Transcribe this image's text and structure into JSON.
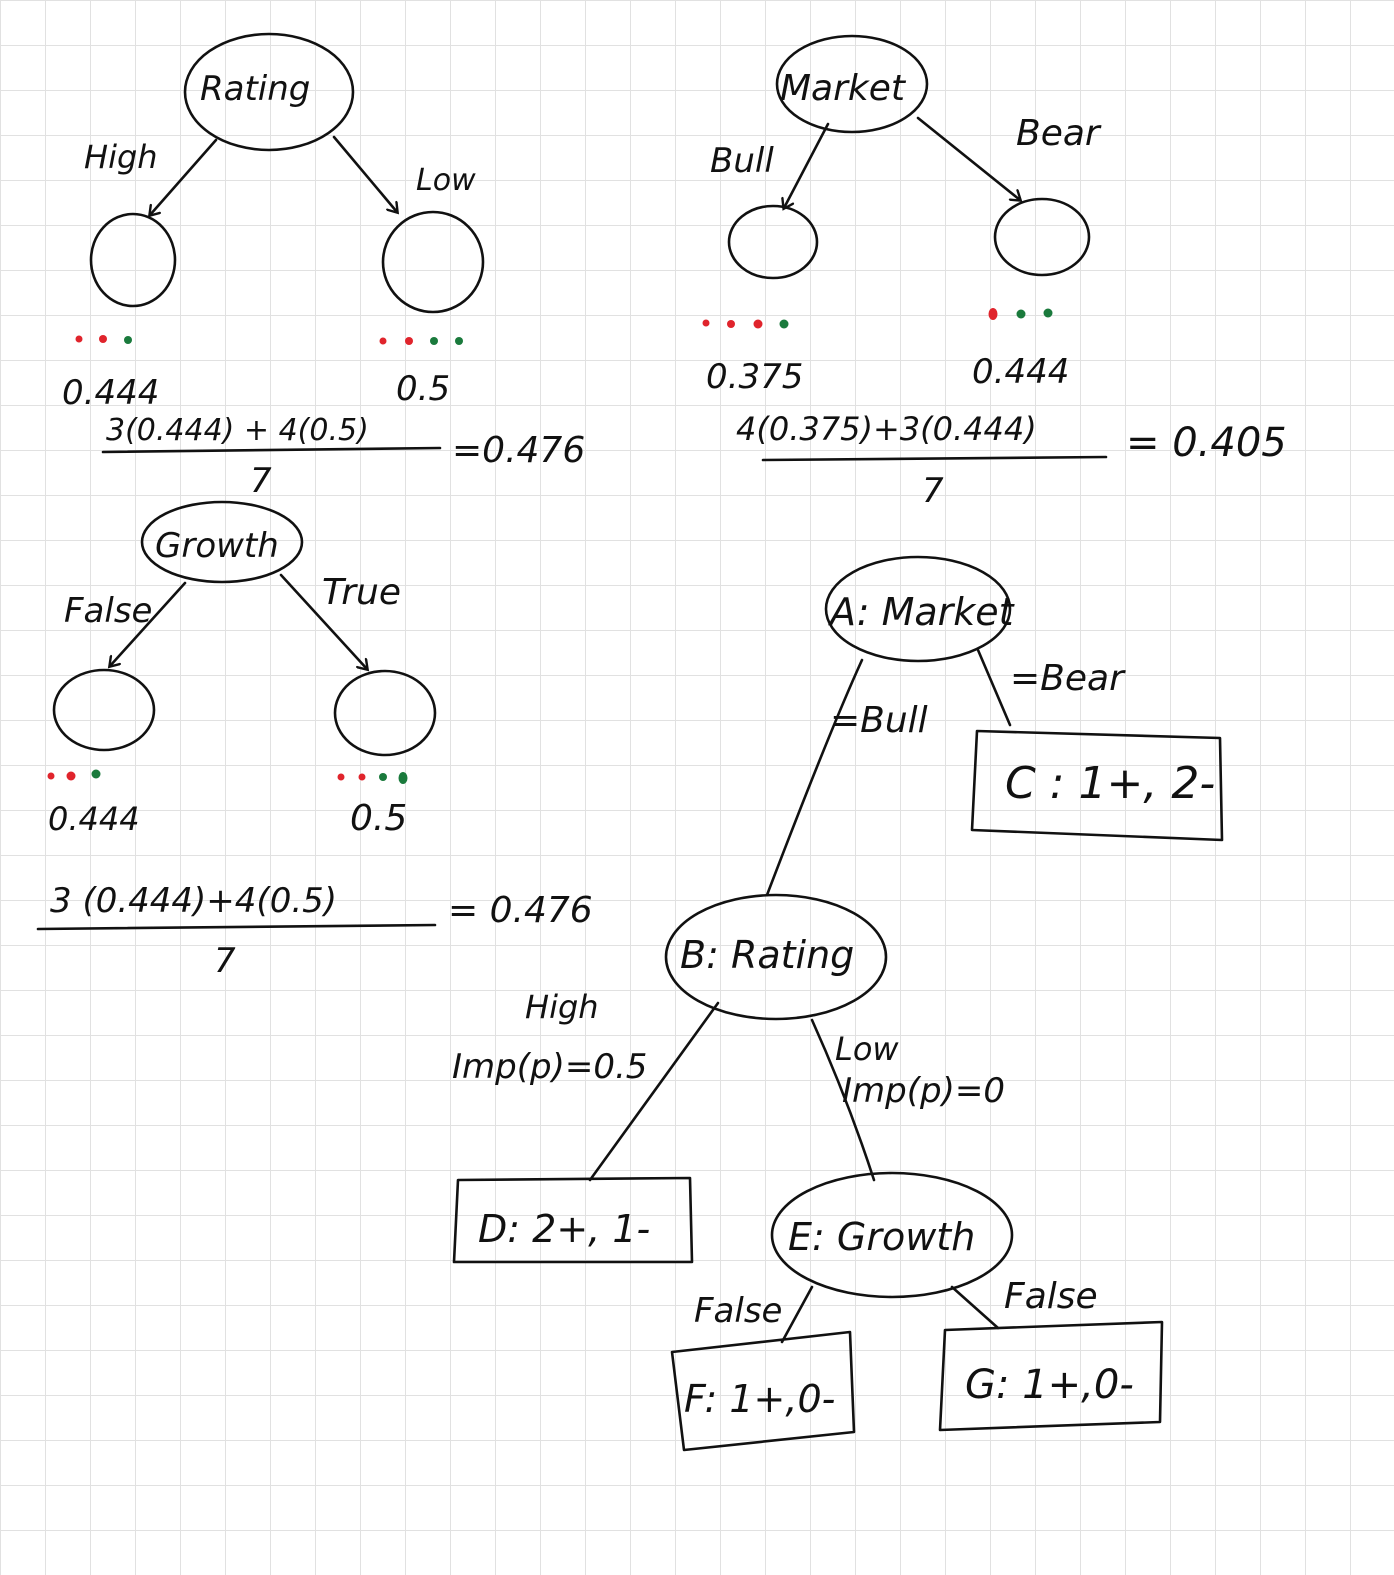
{
  "trees": {
    "rating": {
      "root": "Rating",
      "left_branch": "High",
      "right_branch": "Low",
      "left_impurity": "0.444",
      "right_impurity": "0.5",
      "formula_numerator": "3(0.444) + 4(0.5)",
      "formula_denominator": "7",
      "formula_result": "=0.476",
      "left_dots": [
        "red",
        "red",
        "green"
      ],
      "right_dots": [
        "red",
        "red",
        "green",
        "green"
      ]
    },
    "market": {
      "root": "Market",
      "left_branch": "Bull",
      "right_branch": "Bear",
      "left_impurity": "0.375",
      "right_impurity": "0.444",
      "formula_numerator": "4(0.375)+3(0.444)",
      "formula_denominator": "7",
      "formula_result": "= 0.405",
      "left_dots": [
        "red",
        "red",
        "red",
        "green"
      ],
      "right_dots": [
        "red",
        "green",
        "green"
      ]
    },
    "growth": {
      "root": "Growth",
      "left_branch": "False",
      "right_branch": "True",
      "left_impurity": "0.444",
      "right_impurity": "0.5",
      "formula_numerator": "3 (0.444)+4(0.5)",
      "formula_denominator": "7",
      "formula_result": "= 0.476",
      "left_dots": [
        "red",
        "red",
        "green"
      ],
      "right_dots": [
        "red",
        "red",
        "green",
        "green"
      ]
    }
  },
  "final_tree": {
    "node_a": "A: Market",
    "edge_bull": "=Bull",
    "edge_bear": "=Bear",
    "leaf_c": "C : 1+, 2-",
    "node_b": "B: Rating",
    "edge_high": "High",
    "edge_high_imp": "Imp(p)=0.5",
    "edge_low": "Low",
    "edge_low_imp": "Imp(p)=0",
    "leaf_d": "D: 2+, 1-",
    "node_e": "E: Growth",
    "edge_false_left": "False",
    "edge_false_right": "False",
    "leaf_f": "F: 1+,0-",
    "leaf_g": "G: 1+,0-"
  },
  "colors": {
    "ink": "#111111",
    "red": "#e0242c",
    "green": "#1a7a3c",
    "grid": "#e1e1e1"
  }
}
